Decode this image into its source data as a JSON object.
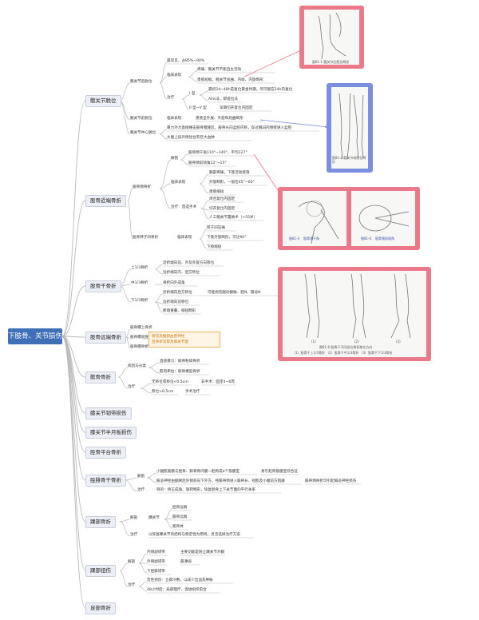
{
  "root": "下肢骨、关节损伤",
  "b1": {
    "title": "髋关节脱位",
    "post": "髋关节后脱位",
    "common": "最常见，占85%~90%",
    "clinic": "临床表现",
    "c1": "疼痛、髋关节不能自主活动",
    "c2": "患肢短缩，髋关节屈曲、内收、内旋畸形",
    "tx": "治疗",
    "t1": "I 型",
    "t1a": "最初24~48h是复位黄金时期，尽可能在24h内复位",
    "t1b": "Allis法，即提拉法",
    "t2": "II 型~V 型",
    "t2a": "早期切开复位内固定",
    "ant": "髋关节前脱位",
    "antClinic": "临床表现",
    "antDesc": "患肢呈外展、外旋和屈曲畸形",
    "cent": "髋关节中心脱位",
    "cent1": "暴力外力直接撞击股骨粗隆区，股骨头向盆腔内移，穿过髋臼内侧壁进入盆腔",
    "cent2": "大腿上段外侧往往有巨大血肿"
  },
  "b2": {
    "title": "股骨近端骨折",
    "neck": "股骨颈骨折",
    "anat": "解剖",
    "a1": "股骨颈干角110°~140°，平均127°",
    "a2": "股骨颈前倾角12°~15°",
    "clinic": "临床表现",
    "k1": "髋部疼痛，下肢活动受限",
    "k2": "外旋畸形，一般在45°~60°",
    "k3": "患肢缩短",
    "tx": "治疗：首选手术",
    "tx1": "闭合复位内固定",
    "tx2": "切开复位内固定",
    "tx3": "人工髋关节置换术（>55岁）",
    "troch": "股骨转子间骨折",
    "trClinic": "临床表现",
    "tr1": "转子间压痛",
    "tr2": "下肢外旋畸形，可达90°",
    "tr3": "下肢缩短"
  },
  "b3": {
    "title": "股骨干骨折",
    "up": "上1/3骨折",
    "up1": "近折端向前、外及外旋方向移位",
    "up2": "远折端向内、后方移位",
    "mid": "中1/3骨折",
    "mid1": "骨折向外成角",
    "low": "下1/3骨折",
    "low1": "近折端向后方移位",
    "low2": "可能损伤腘动静脉、胫N、腓总N",
    "low3": "远折端向前移位",
    "low4": "断端重叠、缩短畸形"
  },
  "b4": {
    "title": "股骨远端骨折",
    "s1": "股骨髁上骨折",
    "s2": "股骨髁间骨折",
    "s3": "股骨髁骨折",
    "note1": "易伤及腘部血管神经",
    "note2": "且骨折常累及膝关节面"
  },
  "b5": {
    "title": "髌骨骨折",
    "mech": "病因与分类",
    "m1": "直接暴力：髌骨粉碎骨折",
    "m2": "肌肉牵拉：髌骨横型骨折",
    "tx": "治疗",
    "t1": "无移位或移位<0.5cm",
    "t1a": "非手术：固定4~6周",
    "t2": "移位>0.5cm",
    "t2a": "手术治疗"
  },
  "b6": {
    "title": "膝关节韧带损伤"
  },
  "b7": {
    "title": "膝关节半月板损伤"
  },
  "b8": {
    "title": "胫骨平台骨折"
  },
  "b9": {
    "title": "胫腓骨干骨折",
    "anat": "解剖",
    "a1": "小腿肌筋膜与胫骨、腓骨骨间膜一起构成4个筋膜室",
    "a1x": "易引起骨筋膜室综合征",
    "a2": "腓总神经由腘窝后外侧斜向下外方，经腓骨颈进入腓骨长、短肌及小腿前方肌群",
    "a2x": "腓骨颈骨折可引起腓总神经损伤",
    "tx": "治疗",
    "t1": "目的：矫正成角、旋转畸形，恢复胫骨上下关节面的平行关系"
  },
  "b10": {
    "title": "踝部骨折",
    "anat": "解剖",
    "joint": "踝关节",
    "j1": "胫骨远端",
    "j2": "腓骨远端",
    "j3": "距骨体",
    "tx": "治疗",
    "t1": "以恢复踝关节的结构与稳定性为原则，灵活选择治疗方案"
  },
  "b11": {
    "title": "踝部扭伤",
    "anat": "解剖",
    "l1": "内侧副韧带",
    "l1x": "主要功能是防止踝关节外翻",
    "l2": "外侧副韧带",
    "l2x": "最薄弱",
    "l3": "下胫腓韧带",
    "tx": "治疗",
    "t1": "急性损伤：立即冷敷，以减少出血及肿胀",
    "t2": "48小时后：局部理疗，促进组织愈合"
  },
  "b12": {
    "title": "足部骨折"
  },
  "images": {
    "fig1cap": "图81-1  髋关节后脱位畸形",
    "fig2cap": "图81-2  髋关节前脱位畸形",
    "fig3a": "图81-3",
    "fig3b": "股骨颈干角",
    "fig3c": "图81-4",
    "fig3d": "股骨颈前倾角",
    "fig4cap1": "图81-6  股骨干不同部位骨折移位方向",
    "fig4cap2": "（1）股骨干上1/3骨折  （2）股骨干中1/3骨折  （3）股骨干下1/3骨折",
    "n1": "(1)",
    "n2": "(2)",
    "n3": "(3)"
  },
  "colors": {
    "root": "#3f6fb6",
    "pink": "#ea7a8a",
    "blue": "#7b8fe0",
    "line": "#b9b9b9"
  }
}
